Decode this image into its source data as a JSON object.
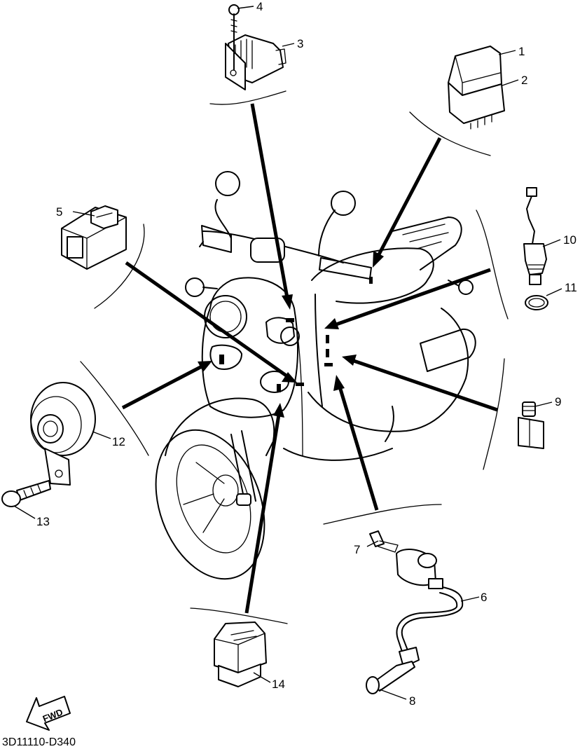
{
  "diagram": {
    "drawing_code": "3D11110-D340",
    "fwd_label": "FWD",
    "parts": [
      {
        "number": "1"
      },
      {
        "number": "2"
      },
      {
        "number": "3"
      },
      {
        "number": "4"
      },
      {
        "number": "5"
      },
      {
        "number": "6"
      },
      {
        "number": "7"
      },
      {
        "number": "8"
      },
      {
        "number": "9"
      },
      {
        "number": "10"
      },
      {
        "number": "11"
      },
      {
        "number": "12"
      },
      {
        "number": "13"
      },
      {
        "number": "14"
      }
    ]
  }
}
